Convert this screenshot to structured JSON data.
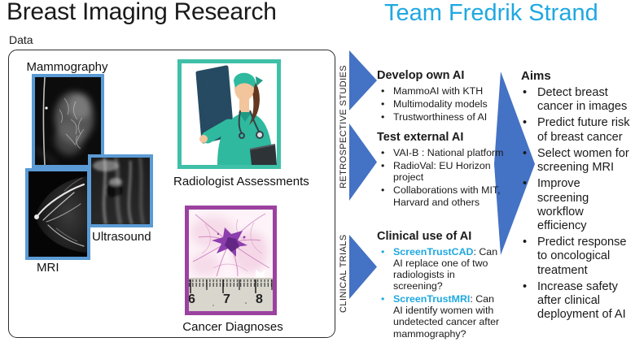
{
  "header": {
    "title": "Breast Imaging Research",
    "team": "Team Fredrik Strand"
  },
  "data_panel": {
    "label": "Data",
    "images": {
      "mammography": {
        "label": "Mammography"
      },
      "ultrasound": {
        "label": "Ultrasound"
      },
      "mri": {
        "label": "MRI"
      },
      "radiologist": {
        "label": "Radiologist Assessments"
      },
      "cancer": {
        "label": "Cancer Diagnoses",
        "ruler_numbers": [
          "6",
          "7",
          "8"
        ]
      }
    }
  },
  "tracks": {
    "retrospective": "RETROSPECTIVE STUDIES",
    "clinical": "CLINICAL TRIALS"
  },
  "middle": {
    "sections": [
      {
        "heading": "Develop own AI",
        "items": [
          "MammoAI with KTH",
          "Multimodality models",
          "Trustworthiness of AI"
        ]
      },
      {
        "heading": "Test external AI",
        "items": [
          "VAI-B : National platform",
          "RadioVal: EU Horizon project",
          "Collaborations with MIT, Harvard and others"
        ]
      },
      {
        "heading": "Clinical use of AI",
        "items": [
          {
            "name": "ScreenTrustCAD",
            "text": ": Can AI replace one of two radiologists in screening?"
          },
          {
            "name": "ScreenTrustMRI",
            "text": ": Can AI identify women with undetected cancer after mammography?"
          }
        ]
      }
    ]
  },
  "aims": {
    "heading": "Aims",
    "items": [
      "Detect breast cancer in images",
      "Predict future risk of breast cancer",
      "Select women for screening MRI",
      "Improve screening workflow efficiency",
      "Predict response to oncological treatment",
      "Increase safety after clinical deployment of AI"
    ]
  },
  "colors": {
    "accent_cyan": "#1fa8e0",
    "arrow_blue": "#4472c4",
    "image_border_blue": "#5b9bd5",
    "image_border_teal": "#3fc0a8",
    "image_border_purple": "#9b42a0"
  }
}
